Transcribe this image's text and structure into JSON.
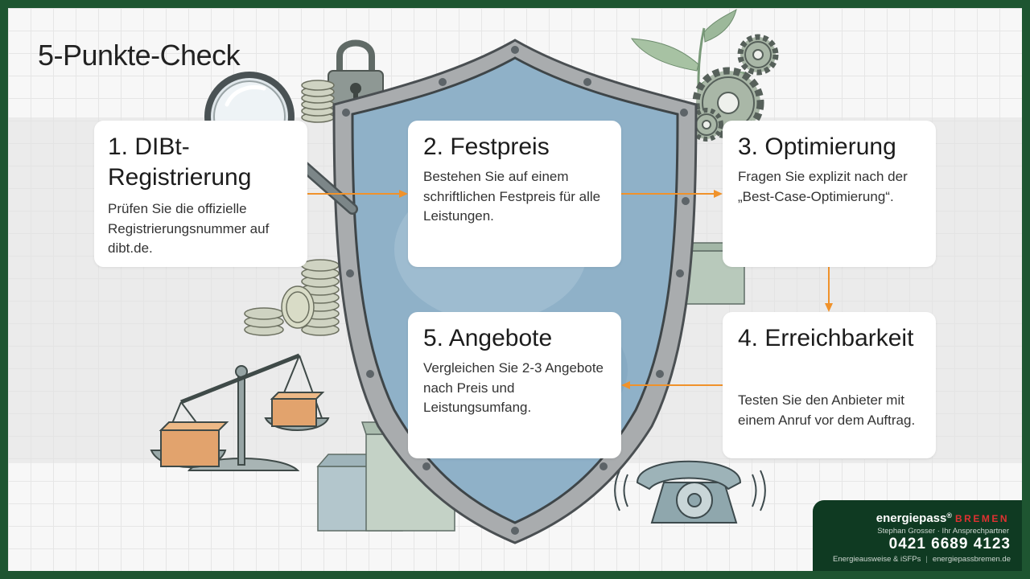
{
  "title": "5-Punkte-Check",
  "steps": [
    {
      "heading": "1. DIBt-Registrierung",
      "text": "Prüfen Sie die offizielle Registrierungsnummer auf dibt.de."
    },
    {
      "heading": "2. Festpreis",
      "text": "Bestehen Sie auf einem schriftlichen Festpreis für alle Leistungen."
    },
    {
      "heading": "3. Optimierung",
      "text": "Fragen Sie explizit nach der „Best-Case-Optimierung“."
    },
    {
      "heading": "4. Erreichbarkeit",
      "text": "Testen Sie den Anbieter mit einem Anruf vor dem Auftrag."
    },
    {
      "heading": "5. Angebote",
      "text": "Vergleichen Sie 2-3 Angebote nach Preis und Leistungsumfang."
    }
  ],
  "badge": {
    "brand": "energiepass",
    "registered": "®",
    "city": "BREMEN",
    "person": "Stephan Grosser · Ihr Ansprechpartner",
    "phone": "0421 6689 4123",
    "service": "Energieausweise & iSFPs",
    "separator": "|",
    "website": "energiepassbremen.de"
  },
  "colors": {
    "frame": "#1e5531",
    "arrow": "#f0922b",
    "shield": "#8fb1c8",
    "badge": "#0f3a22",
    "brand_accent": "#e03131"
  },
  "icons": [
    "magnifier-icon",
    "padlock-icon",
    "coin-stack-icon",
    "gears-icon",
    "plant-icon",
    "balance-scale-icon",
    "telephone-icon",
    "box-icon"
  ]
}
